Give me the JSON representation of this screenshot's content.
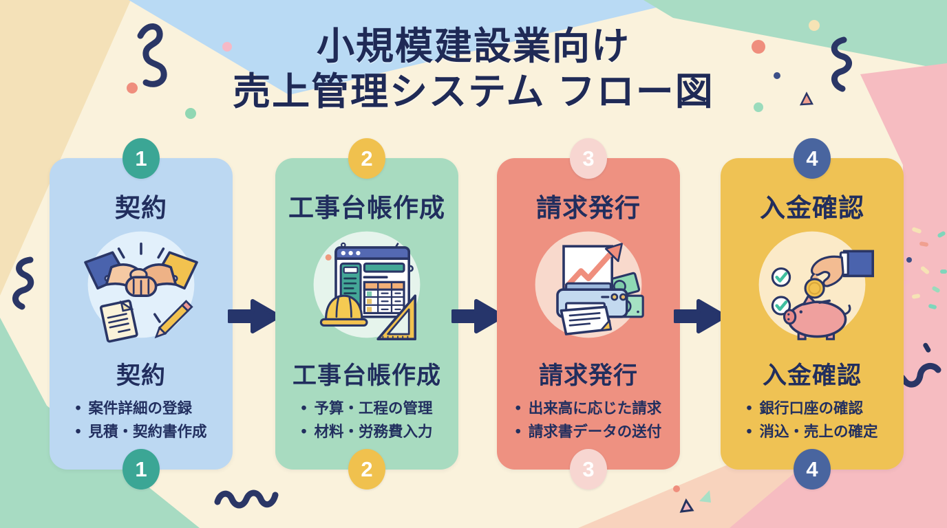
{
  "title": {
    "line1": "小規模建設業向け",
    "line2": "売上管理システム フロー図"
  },
  "steps": [
    {
      "num": "1",
      "title": "契約",
      "bullets": [
        "案件詳細の登録",
        "見積・契約書作成"
      ],
      "icon": "handshake-icon",
      "card_color": "#bcd8f2",
      "badge_color": "#3ba695",
      "icon_circle_color": "#e2f0fb"
    },
    {
      "num": "2",
      "title": "工事台帳作成",
      "bullets": [
        "予算・工程の管理",
        "材料・労務費入力"
      ],
      "icon": "construction-ledger-icon",
      "card_color": "#a8dbc0",
      "badge_color": "#f0c14e",
      "icon_circle_color": "#e6f4ec"
    },
    {
      "num": "3",
      "title": "請求発行",
      "bullets": [
        "出来高に応じた請求",
        "請求書データの送付"
      ],
      "icon": "invoice-printer-icon",
      "card_color": "#ee9181",
      "badge_color": "#f7d6d1",
      "icon_circle_color": "#f8d9cc"
    },
    {
      "num": "4",
      "title": "入金確認",
      "bullets": [
        "銀行口座の確認",
        "消込・売上の確定"
      ],
      "icon": "piggy-bank-icon",
      "card_color": "#efc254",
      "badge_color": "#49659f",
      "icon_circle_color": "#fbeac8"
    }
  ],
  "colors": {
    "background_cream": "#faf2dc",
    "background_tan": "#f4e1b8",
    "background_blue": "#b9daf4",
    "background_mint": "#a9dcc4",
    "background_pink": "#f6bcc1",
    "title_text": "#1f2a56",
    "body_text": "#222f5f",
    "arrow": "#26356b"
  }
}
